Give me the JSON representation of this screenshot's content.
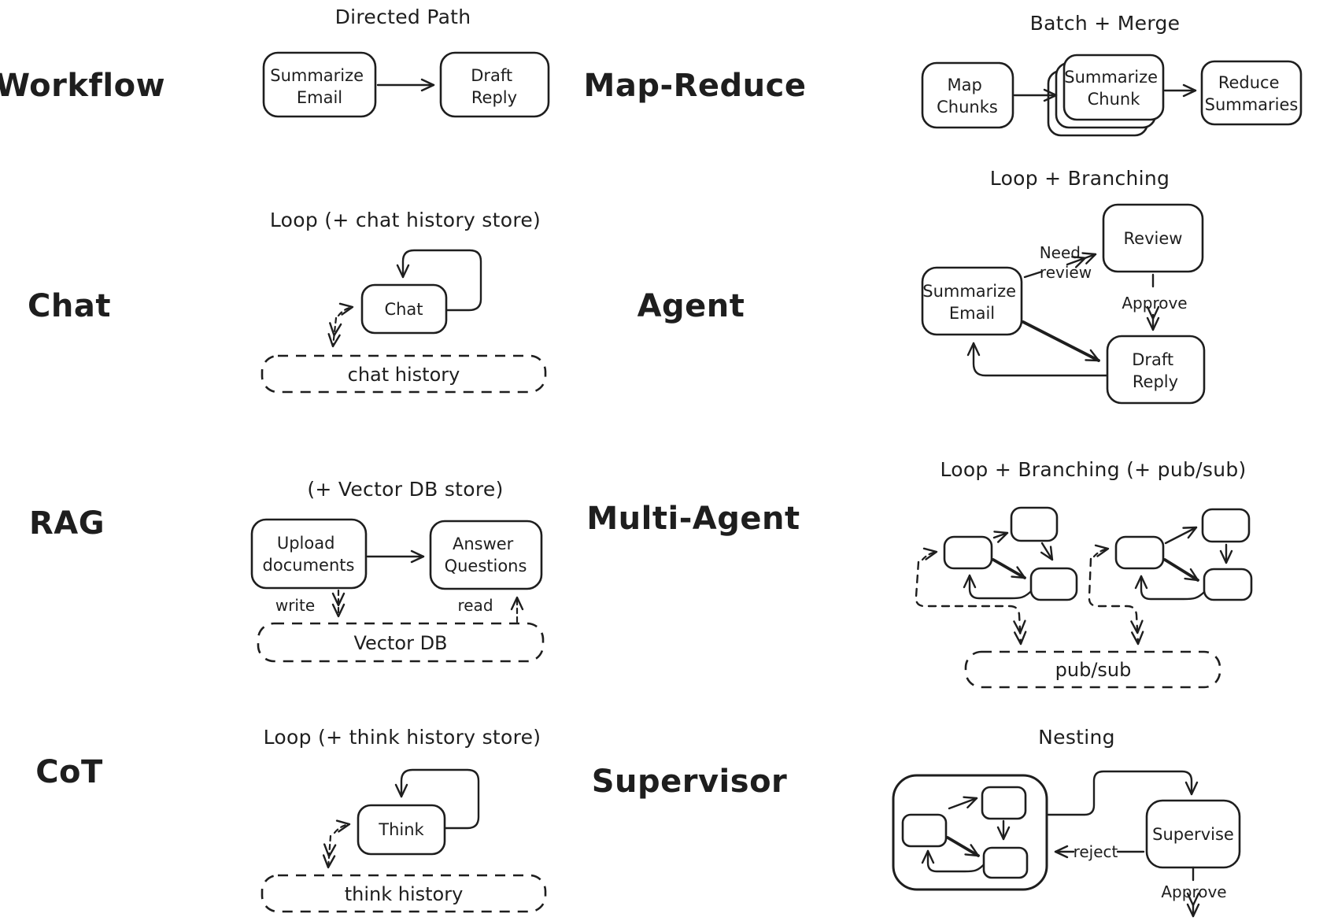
{
  "app": {
    "background": "#ffffff",
    "ink": "#1e1e1e"
  },
  "sections": {
    "workflow": {
      "label": "Workflow",
      "pattern": "Directed Path",
      "nodes": {
        "summarize_email": {
          "line1": "Summarize",
          "line2": "Email"
        },
        "draft_reply": {
          "line1": "Draft",
          "line2": "Reply"
        }
      }
    },
    "map_reduce": {
      "label": "Map-Reduce",
      "pattern": "Batch + Merge",
      "nodes": {
        "map_chunks": {
          "line1": "Map",
          "line2": "Chunks"
        },
        "summarize_chunk": {
          "line1": "Summarize",
          "line2": "Chunk"
        },
        "reduce_summaries": {
          "line1": "Reduce",
          "line2": "Summaries"
        }
      }
    },
    "chat": {
      "label": "Chat",
      "pattern": "Loop (+ chat history store)",
      "nodes": {
        "chat": "Chat"
      },
      "store": "chat history"
    },
    "agent": {
      "label": "Agent",
      "pattern": "Loop + Branching",
      "nodes": {
        "summarize_email": {
          "line1": "Summarize",
          "line2": "Email"
        },
        "review": "Review",
        "draft_reply": {
          "line1": "Draft",
          "line2": "Reply"
        }
      },
      "edges": {
        "need_review_line1": "Need",
        "need_review_line2": "review",
        "approve": "Approve"
      }
    },
    "rag": {
      "label": "RAG",
      "pattern": "(+ Vector DB store)",
      "nodes": {
        "upload_documents": {
          "line1": "Upload",
          "line2": "documents"
        },
        "answer_questions": {
          "line1": "Answer",
          "line2": "Questions"
        }
      },
      "edges": {
        "write": "write",
        "read": "read"
      },
      "store": "Vector DB"
    },
    "multi_agent": {
      "label": "Multi-Agent",
      "pattern": "Loop + Branching (+ pub/sub)",
      "store": "pub/sub"
    },
    "cot": {
      "label": "CoT",
      "pattern": "Loop (+ think history store)",
      "nodes": {
        "think": "Think"
      },
      "store": "think history"
    },
    "supervisor": {
      "label": "Supervisor",
      "pattern": "Nesting",
      "nodes": {
        "supervise": "Supervise"
      },
      "edges": {
        "reject": "reject",
        "approve": "Approve"
      }
    }
  }
}
